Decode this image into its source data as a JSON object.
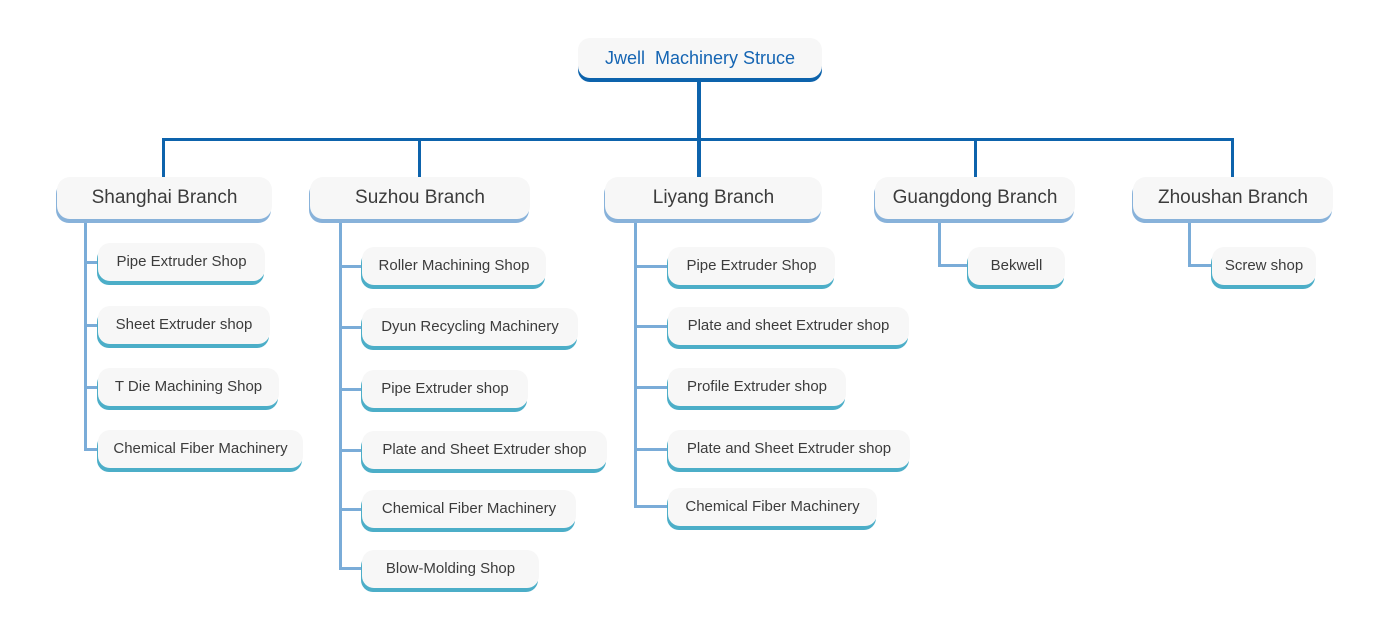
{
  "org": {
    "root": {
      "label": "Jwell  Machinery Struce"
    },
    "branches": [
      {
        "label": "Shanghai Branch",
        "children": [
          "Pipe Extruder Shop",
          "Sheet Extruder shop",
          "T Die Machining Shop",
          "Chemical Fiber Machinery"
        ]
      },
      {
        "label": "Suzhou Branch",
        "children": [
          "Roller Machining Shop",
          "Dyun Recycling Machinery",
          "Pipe Extruder shop",
          "Plate and Sheet Extruder shop",
          "Chemical Fiber Machinery",
          "Blow-Molding Shop"
        ]
      },
      {
        "label": "Liyang Branch",
        "children": [
          "Pipe Extruder Shop",
          "Plate and sheet Extruder shop",
          "Profile Extruder shop",
          "Plate and Sheet Extruder shop",
          "Chemical Fiber Machinery"
        ]
      },
      {
        "label": "Guangdong Branch",
        "children": [
          "Bekwell"
        ]
      },
      {
        "label": "Zhoushan Branch",
        "children": [
          "Screw shop"
        ]
      }
    ],
    "colors": {
      "root_text": "#1565b3",
      "root_shadow": "#0d63ac",
      "dark_connector": "#0d63ac",
      "light_connector": "#7aacd8",
      "branch_shadow": "#88b2da",
      "leaf_shadow": "#4caec8",
      "node_fill": "#f7f7f7",
      "node_text": "#3c3c3c"
    }
  }
}
